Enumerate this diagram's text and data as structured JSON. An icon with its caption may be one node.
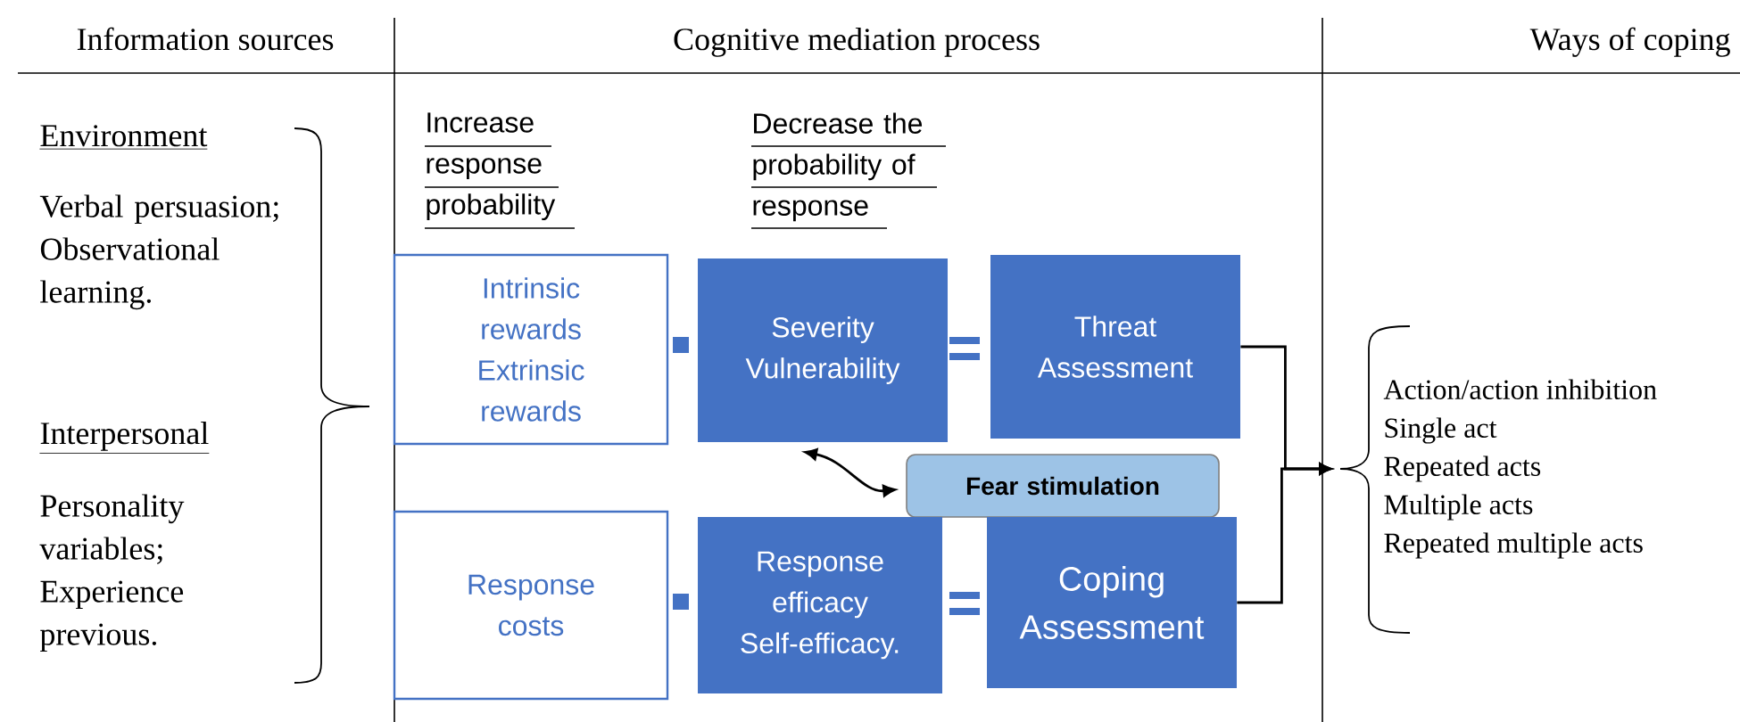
{
  "diagram": {
    "nodes": [
      {
        "text": [
          "Intrinsic rewards Extrinsic rewards"
        ]
      },
      {
        "text": [
          "Severity Vulnerability"
        ]
      },
      {
        "text": [
          "Threat Assessment"
        ]
      },
      {
        "text": [
          "Fear stimulation"
        ]
      },
      {
        "text": [
          "Response costs"
        ]
      },
      {
        "text": [
          "Response efficacy Self-efficacy."
        ]
      },
      {
        "text": [
          "Coping Assessment"
        ]
      },
      {
        "text": [
          "Action/action inhibition",
          "Single act",
          "Repeated acts",
          "Multiple acts",
          "Repeated multiple acts"
        ]
      }
    ],
    "edges": [
      {
        "from": 2,
        "to": 7,
        "arrow": "to"
      },
      {
        "from": 6,
        "to": 7,
        "arrow": "to"
      },
      {
        "from": 1,
        "to": 3,
        "arrow": "both"
      }
    ],
    "labels": [
      "Information sources",
      "Cognitive mediation process",
      "Ways of coping",
      "Environment",
      "Verbal persuasion; Observational learning.",
      "Increase response probability",
      "Decrease the probability of response",
      "Interpersonal",
      "Personality variables; Experience previous."
    ]
  }
}
